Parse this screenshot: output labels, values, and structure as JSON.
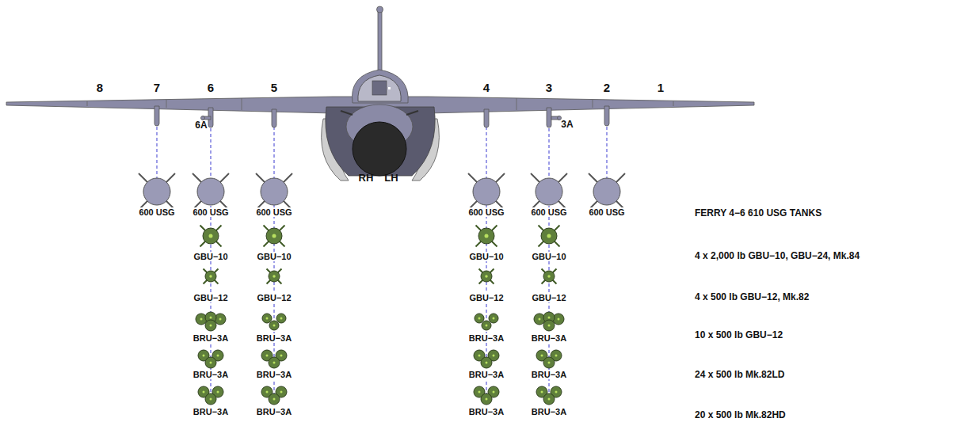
{
  "diagram": {
    "labels": [
      "8",
      "7",
      "6",
      "5",
      "4",
      "3",
      "2",
      "1",
      "6A",
      "3A",
      "RH",
      "LH",
      "600 USG",
      "600 USG",
      "600 USG",
      "600 USG",
      "600 USG",
      "600 USG",
      "GBU−10",
      "GBU−10",
      "GBU−10",
      "GBU−10",
      "GBU−12",
      "GBU−12",
      "GBU−12",
      "GBU−12",
      "BRU−3A",
      "BRU−3A",
      "BRU−3A",
      "BRU−3A",
      "BRU−3A",
      "BRU−3A",
      "BRU−3A",
      "BRU−3A",
      "BRU−3A",
      "BRU−3A",
      "BRU−3A",
      "BRU−3A",
      "FERRY 4−6 610 USG TANKS",
      "4 x 2,000 lb GBU−10, GBU−24, Mk.84",
      "4 x 500 lb GBU−12, Mk.82",
      "10 x 500 lb GBU−12",
      "24 x 500 lb Mk.82LD",
      "20 x 500 lb Mk.82HD"
    ]
  }
}
